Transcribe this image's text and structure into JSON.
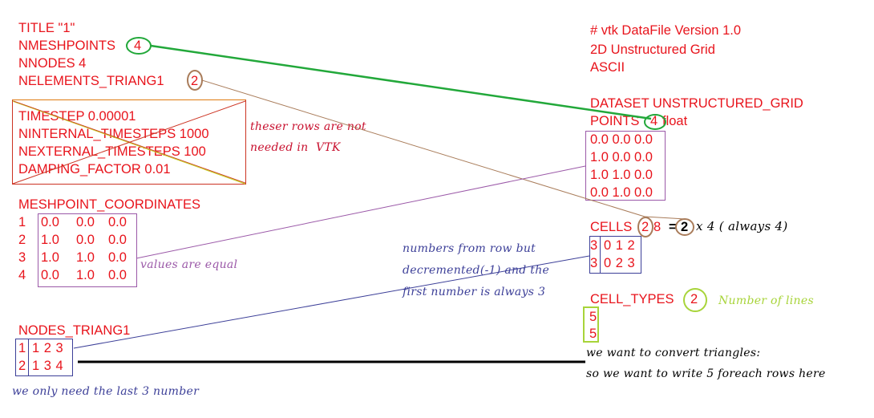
{
  "left": {
    "header_lines": [
      "TITLE \"1\"",
      "NMESHPOINTS",
      "NNODES 4",
      "NELEMENTS_TRIANG1"
    ],
    "nmeshpoints_value": "4",
    "nelements_value": "2",
    "crossed_lines": [
      "TIMESTEP 0.00001",
      "NINTERNAL_TIMESTEPS 1000",
      "NEXTERNAL_TIMESTEPS 100",
      "DAMPING_FACTOR 0.01"
    ],
    "meshpoint_title": "MESHPOINT_COORDINATES",
    "meshpoints": [
      {
        "index": "1",
        "coords": [
          "0.0",
          "0.0",
          "0.0"
        ]
      },
      {
        "index": "2",
        "coords": [
          "1.0",
          "0.0",
          "0.0"
        ]
      },
      {
        "index": "3",
        "coords": [
          "1.0",
          "1.0",
          "0.0"
        ]
      },
      {
        "index": "4",
        "coords": [
          "0.0",
          "1.0",
          "0.0"
        ]
      }
    ],
    "nodes_title": "NODES_TRIANG1",
    "nodes": [
      {
        "index": "1",
        "values": "1 2 3"
      },
      {
        "index": "2",
        "values": "1 3 4"
      }
    ]
  },
  "right": {
    "header_lines": [
      "# vtk DataFile Version 1.0",
      "2D Unstructured Grid",
      "ASCII"
    ],
    "dataset_line": "DATASET UNSTRUCTURED_GRID",
    "points_label": "POINTS",
    "points_value": "4",
    "points_type": "float",
    "points": [
      "0.0 0.0 0.0",
      "1.0 0.0 0.0",
      "1.0 1.0 0.0",
      "0.0 1.0 0.0"
    ],
    "cells_label": "CELLS",
    "cells_count": "2",
    "cells_size": "8",
    "cells": [
      {
        "first": "3",
        "values": "0 1 2"
      },
      {
        "first": "3",
        "values": "0 2 3"
      }
    ],
    "cell_types_label": "CELL_TYPES",
    "cell_types_count": "2",
    "cell_types": [
      "5",
      "5"
    ]
  },
  "annotations": {
    "not_needed": [
      "theser rows are not",
      "needed in  VTK"
    ],
    "values_equal": "values are equal",
    "numbers_from_row": [
      "numbers from row but",
      "decremented(-1) and the",
      "first number is always 3"
    ],
    "last_3": "we only need the last 3 number",
    "cells_formula_eq": "=",
    "cells_formula_two": "2",
    "cells_formula_rest": "x 4 ( always 4)",
    "number_of_lines": "Number of lines",
    "convert": [
      "we want to convert triangles:",
      "so we want to write 5 foreach rows here"
    ]
  },
  "colors": {
    "text_red": "#e8141c",
    "green": "#22a83a",
    "brown": "#a97c5a",
    "purple": "#9b59a8",
    "blue": "#3c3f98",
    "lime": "#a8d43a",
    "black": "#000000",
    "annot_red": "#c8102e"
  }
}
